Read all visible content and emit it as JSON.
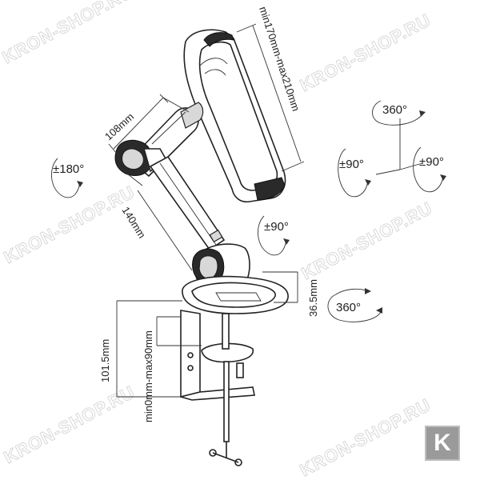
{
  "watermark": "KRON-SHOP.RU",
  "logo_letter": "K",
  "dimensions": {
    "arm_length": "108mm",
    "arm_long": "140mm",
    "holder_range": "min170mm-max210mm",
    "plate_height": "36.5mm",
    "clamp_height": "101.5mm",
    "clamp_range": "min0mm-max90mm"
  },
  "rotations": {
    "joint_left": "±180°",
    "joint_mid": "±90°",
    "base": "360°",
    "axis_top": "360°",
    "axis_left": "±90°",
    "axis_right": "±90°"
  }
}
